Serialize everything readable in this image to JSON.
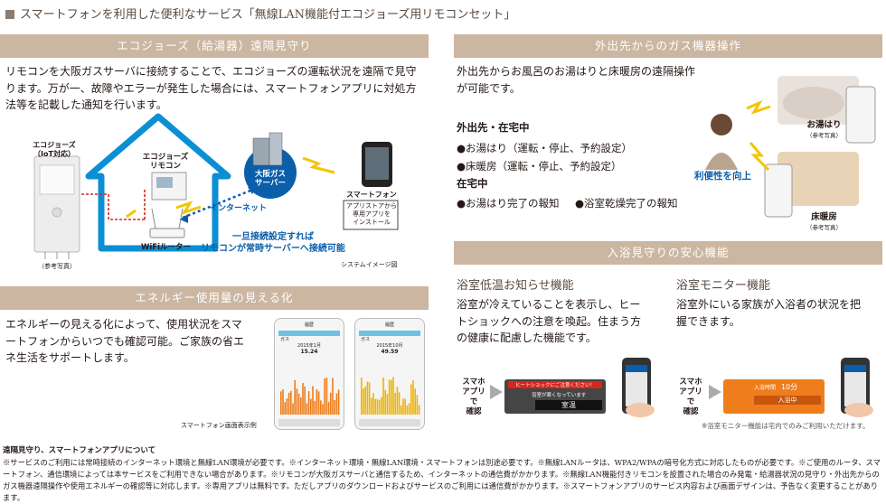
{
  "header": {
    "title": "スマートフォンを利用した便利なサービス「無線LAN機能付エコジョーズ用リモコンセット」"
  },
  "remote_monitoring": {
    "bar": "エコジョーズ（給湯器）遠隔見守り",
    "text": "リモコンを大阪ガスサーバに接続することで、エコジョーズの運転状況を遠隔で見守ります。万が一、故障やエラーが発生した場合には、スマートフォンアプリに対処方法等を記載した通知を行います。",
    "diagram": {
      "ecojoze": "エコジョーズ（IoT対応）",
      "ecojoze_line1": "エコジョーズ",
      "ecojoze_line2": "（IoT対応）",
      "photo_note": "（参考写真）",
      "remote_line1": "エコジョーズ",
      "remote_line2": "リモコン",
      "router": "WiFiルーター",
      "internet": "インターネット",
      "server_line1": "大阪ガス",
      "server_line2": "サーバー",
      "smartphone": "スマートフォン",
      "install_line1": "アプリストアから",
      "install_line2": "専用アプリを",
      "install_line3": "インストール",
      "note_line1": "一旦接続設定すれば",
      "note_line2": "リモコンが常時サーバーへ接続可能",
      "caption": "システムイメージ図"
    }
  },
  "energy": {
    "bar": "エネルギー使用量の見える化",
    "text": "エネルギーの見える化によって、使用状況をスマートフォンからいつでも確認可能。ご家族の省エネ生活をサポートします。",
    "caption": "スマートフォン画面表示例",
    "screen1": {
      "title": "履歴",
      "tab": "ガス",
      "date": "2015年1月",
      "value": "15.24"
    },
    "screen2": {
      "title": "履歴",
      "tab": "ガス",
      "date": "2015年10月",
      "value": "49.59"
    }
  },
  "remote_operation": {
    "bar": "外出先からのガス機器操作",
    "text": "外出先からお風呂のお湯はりと床暖房の遠隔操作が可能です。",
    "heading1": "外出先・在宅中",
    "items1": [
      "お湯はり（運転・停止、予約設定）",
      "床暖房（運転・停止、予約設定）"
    ],
    "heading2": "在宅中",
    "items2": [
      "お湯はり完了の報知",
      "浴室乾燥完了の報知"
    ],
    "convenience": "利便性を向上",
    "bath_label": "お湯はり",
    "bath_note": "（参考写真）",
    "floor_label": "床暖房",
    "floor_note": "（参考写真）"
  },
  "bath_watch": {
    "bar": "入浴見守りの安心機能",
    "low_temp": {
      "title": "浴室低温お知らせ機能",
      "text": "浴室が冷えていることを表示し、ヒートショックへの注意を喚起。住まう方の健康に配慮した機能です。",
      "app_line1": "スマホ",
      "app_line2": "アプリで",
      "app_line3": "確認",
      "alert_title": "ヒートショックにご注意ください！",
      "alert_body": "浴室が寒くなっています",
      "alert_status": "室温"
    },
    "monitor": {
      "title": "浴室モニター機能",
      "text": "浴室外にいる家族が入浴者の状況を把握できます。",
      "app_line1": "スマホ",
      "app_line2": "アプリで",
      "app_line3": "確認",
      "time_label": "入浴時間",
      "time_value": "10分",
      "status": "入浴中",
      "note": "※浴室モニター機能は宅内でのみご利用いただけます。"
    }
  },
  "footer": {
    "title": "遠隔見守り、スマートフォンアプリについて",
    "notes": "※サービスのご利用には常時接続のインターネット環境と無線LAN環境が必要です。※インターネット環境・無線LAN環境・スマートフォンは別途必要です。※無線LANルータは、WPA2/WPAの暗号化方式に対応したものが必要です。※ご使用のルータ、スマートフォン、通信環境によっては本サービスをご利用できない場合があります。※リモコンが大阪ガスサーバと通信するため、インターネットの通信費がかかります。※無線LAN機能付きリモコンを設置された場合のみ発電・給湯器状況の見守り・外出先からのガス機器遠隔操作や使用エネルギーの確認等に対応します。※専用アプリは無料です。ただしアプリのダウンロードおよびサービスのご利用には通信費がかかります。※スマートフォンアプリのサービス内容および画面デザインは、予告なく変更することがあります。"
  },
  "colors": {
    "bar": "#cbb6a1",
    "blue": "#0b5eaa",
    "yellow": "#f5c400",
    "red": "#d7261a",
    "orange": "#ee7c1a"
  }
}
